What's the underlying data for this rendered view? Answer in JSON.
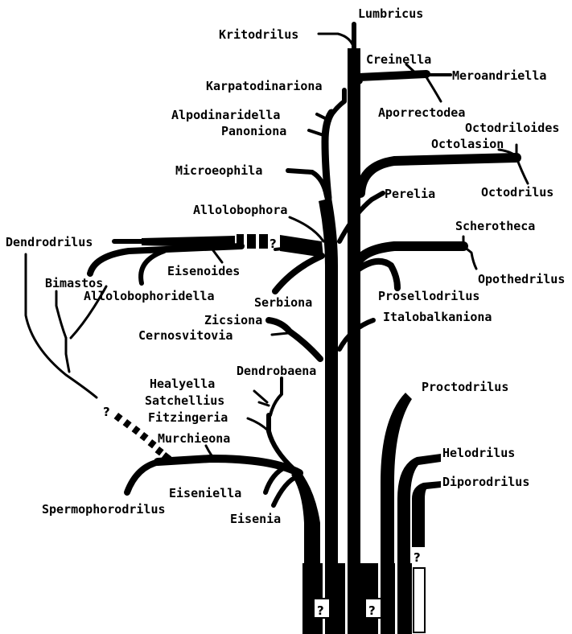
{
  "taxa": {
    "lumbricus": "Lumbricus",
    "kritodrilus": "Kritodrilus",
    "creinella": "Creinella",
    "meroandriella": "Meroandriella",
    "karpatodinariona": "Karpatodinariona",
    "aporrectodea": "Aporrectodea",
    "alpodinaridella": "Alpodinaridella",
    "panoniona": "Panoniona",
    "octodriloides": "Octodriloides",
    "octolasion": "Octolasion",
    "microeophila": "Microeophila",
    "octodrilus": "Octodrilus",
    "perelia": "Perelia",
    "allolobophora": "Allolobophora",
    "scherotheca": "Scherotheca",
    "dendrodrilus": "Dendrodrilus",
    "eisenoides": "Eisenoides",
    "opothedrilus": "Opothedrilus",
    "bimastos": "Bimastos",
    "allolobophoridella": "Allolobophoridella",
    "serbiona": "Serbiona",
    "prosellodrilus": "Prosellodrilus",
    "italobalkaniona": "Italobalkaniona",
    "zicsiona": "Zicsiona",
    "cernosvitovia": "Cernosvitovia",
    "dendrobaena": "Dendrobaena",
    "healyella": "Healyella",
    "proctodrilus": "Proctodrilus",
    "satchellius": "Satchellius",
    "fitzingeria": "Fitzingeria",
    "murchieona": "Murchieona",
    "helodrilus": "Helodrilus",
    "diporodrilus": "Diporodrilus",
    "eiseniella": "Eiseniella",
    "spermophorodrilus": "Spermophorodrilus",
    "eisenia": "Eisenia"
  },
  "uncertain_mark": "?",
  "colors": {
    "ink": "#000000",
    "paper": "#ffffff"
  }
}
